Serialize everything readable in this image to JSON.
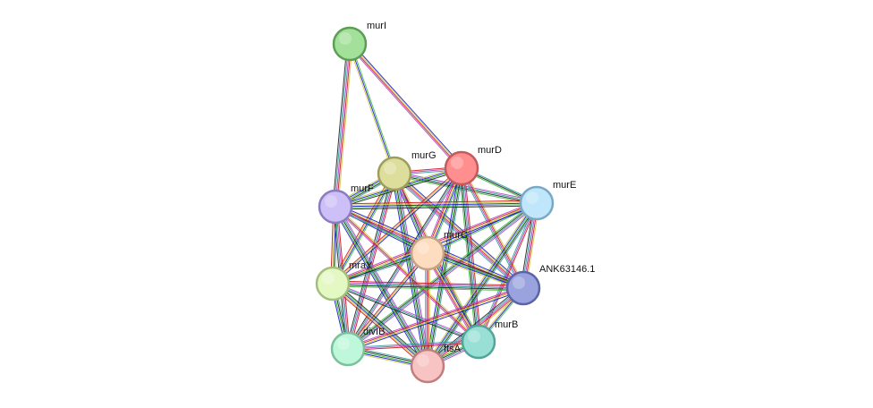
{
  "network": {
    "edge_colors": [
      "#3dbf3d",
      "#1a1acc",
      "#c9c94a",
      "#cc1a1a",
      "#b43fc4",
      "#33a0a0",
      "#222222"
    ],
    "nodes": [
      {
        "id": "murI",
        "label": "murI",
        "fill": "#a3e09a",
        "stroke": "#5c9e55"
      },
      {
        "id": "murG",
        "label": "murG",
        "fill": "#dede9c",
        "stroke": "#9e9e5a"
      },
      {
        "id": "murD",
        "label": "murD",
        "fill": "#ff8f8f",
        "stroke": "#c45a5a"
      },
      {
        "id": "murE",
        "label": "murE",
        "fill": "#bfe6fa",
        "stroke": "#7aa9c4"
      },
      {
        "id": "murF",
        "label": "murF",
        "fill": "#cdbff7",
        "stroke": "#8a7cc0"
      },
      {
        "id": "murC",
        "label": "murC",
        "fill": "#fddcbf",
        "stroke": "#c4a484"
      },
      {
        "id": "mraY",
        "label": "mraY",
        "fill": "#e4f8c4",
        "stroke": "#a3bf7c"
      },
      {
        "id": "ANK63146.1",
        "label": "ANK63146.1",
        "fill": "#9ba3de",
        "stroke": "#5c64a8"
      },
      {
        "id": "murB",
        "label": "murB",
        "fill": "#98e0d5",
        "stroke": "#53a499"
      },
      {
        "id": "divIB",
        "label": "divIB",
        "fill": "#bff7da",
        "stroke": "#7cc09c"
      },
      {
        "id": "ftsA",
        "label": "ftsA",
        "fill": "#f7c3c3",
        "stroke": "#c07f7f"
      }
    ],
    "edges": [
      [
        "murI",
        "murG"
      ],
      [
        "murI",
        "murD"
      ],
      [
        "murI",
        "murF"
      ],
      [
        "murG",
        "murD"
      ],
      [
        "murG",
        "murE"
      ],
      [
        "murG",
        "murF"
      ],
      [
        "murG",
        "murC"
      ],
      [
        "murG",
        "mraY"
      ],
      [
        "murG",
        "ANK63146.1"
      ],
      [
        "murG",
        "murB"
      ],
      [
        "murG",
        "divIB"
      ],
      [
        "murG",
        "ftsA"
      ],
      [
        "murD",
        "murE"
      ],
      [
        "murD",
        "murF"
      ],
      [
        "murD",
        "murC"
      ],
      [
        "murD",
        "mraY"
      ],
      [
        "murD",
        "ANK63146.1"
      ],
      [
        "murD",
        "murB"
      ],
      [
        "murD",
        "divIB"
      ],
      [
        "murD",
        "ftsA"
      ],
      [
        "murE",
        "murF"
      ],
      [
        "murE",
        "murC"
      ],
      [
        "murE",
        "mraY"
      ],
      [
        "murE",
        "ANK63146.1"
      ],
      [
        "murE",
        "murB"
      ],
      [
        "murE",
        "divIB"
      ],
      [
        "murE",
        "ftsA"
      ],
      [
        "murF",
        "murC"
      ],
      [
        "murF",
        "mraY"
      ],
      [
        "murF",
        "ANK63146.1"
      ],
      [
        "murF",
        "murB"
      ],
      [
        "murF",
        "divIB"
      ],
      [
        "murF",
        "ftsA"
      ],
      [
        "murC",
        "mraY"
      ],
      [
        "murC",
        "ANK63146.1"
      ],
      [
        "murC",
        "murB"
      ],
      [
        "murC",
        "divIB"
      ],
      [
        "murC",
        "ftsA"
      ],
      [
        "mraY",
        "ANK63146.1"
      ],
      [
        "mraY",
        "murB"
      ],
      [
        "mraY",
        "divIB"
      ],
      [
        "mraY",
        "ftsA"
      ],
      [
        "ANK63146.1",
        "murB"
      ],
      [
        "ANK63146.1",
        "divIB"
      ],
      [
        "ANK63146.1",
        "ftsA"
      ],
      [
        "murB",
        "divIB"
      ],
      [
        "murB",
        "ftsA"
      ],
      [
        "divIB",
        "ftsA"
      ]
    ]
  }
}
